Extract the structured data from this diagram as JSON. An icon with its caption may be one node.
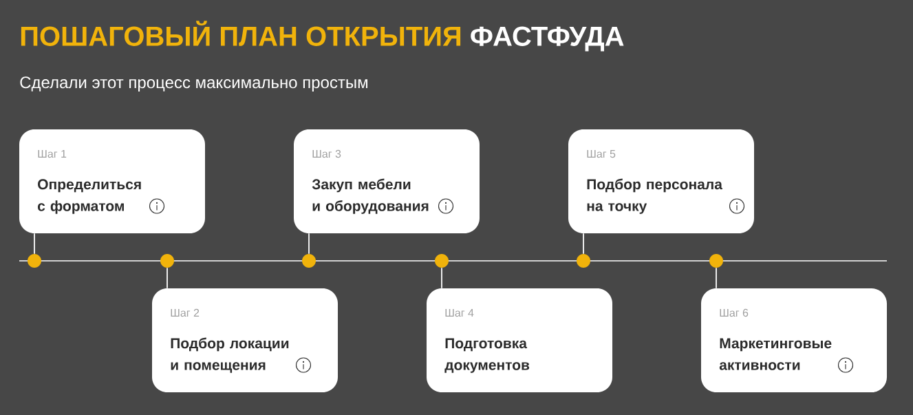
{
  "diagram": {
    "title": "ПОШАГОВЫЙ ПЛАН ОТКРЫТИЯ ФАСТФУДА",
    "nodes": [
      {
        "text": [
          "Шаг 1",
          "Определиться с форматом"
        ]
      },
      {
        "text": [
          "Шаг 2",
          "Подбор локации и помещения"
        ]
      },
      {
        "text": [
          "Шаг 3",
          "Закуп мебели и оборудования"
        ]
      },
      {
        "text": [
          "Шаг 4",
          "Подготовка документов"
        ]
      },
      {
        "text": [
          "Шаг 5",
          "Подбор персонала на точку"
        ]
      },
      {
        "text": [
          "Шаг 6",
          "Маркетинговые активности"
        ]
      },
      {
        "text": [],
        "shape": "circle"
      },
      {
        "text": [],
        "shape": "circle"
      },
      {
        "text": [],
        "shape": "circle"
      },
      {
        "text": [],
        "shape": "circle"
      },
      {
        "text": [],
        "shape": "circle"
      },
      {
        "text": [],
        "shape": "circle"
      }
    ],
    "edges": [
      {
        "from": 0,
        "to": 6,
        "arrow": "none"
      },
      {
        "from": 1,
        "to": 7,
        "arrow": "none"
      },
      {
        "from": 2,
        "to": 8,
        "arrow": "none"
      },
      {
        "from": 3,
        "to": 9,
        "arrow": "none"
      },
      {
        "from": 4,
        "to": 10,
        "arrow": "none"
      },
      {
        "from": 5,
        "to": 11,
        "arrow": "none"
      }
    ],
    "labels": [
      "Сделали этот процесс максимально простым"
    ]
  }
}
